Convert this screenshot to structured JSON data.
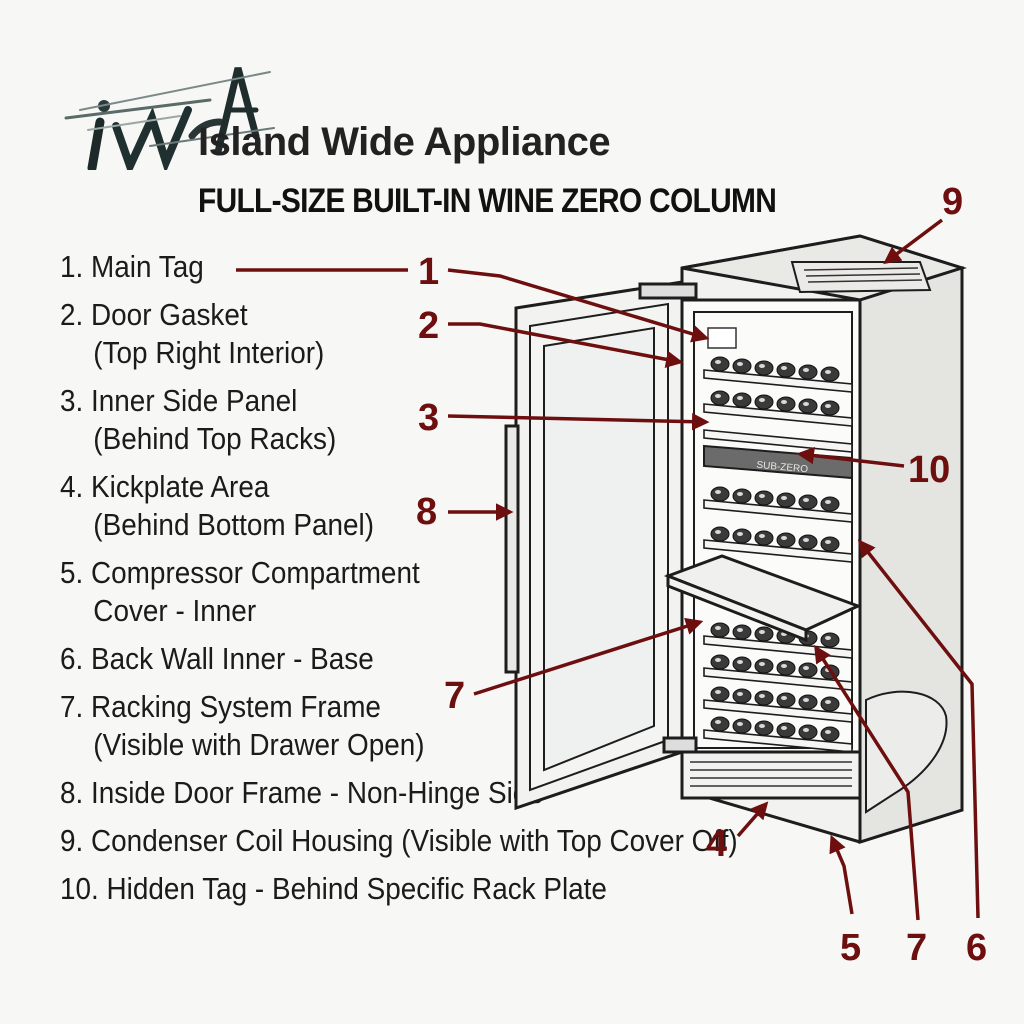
{
  "brand": {
    "logo_text": "IWA",
    "name": "Island Wide Appliance"
  },
  "title": "FULL-SIZE BUILT-IN WINE ZERO COLUMN",
  "legend": [
    {
      "line1": "1. Main Tag",
      "line2": ""
    },
    {
      "line1": "2. Door Gasket",
      "line2": "(Top Right Interior)"
    },
    {
      "line1": "3. Inner Side Panel",
      "line2": "(Behind Top Racks)"
    },
    {
      "line1": "4. Kickplate Area",
      "line2": "(Behind Bottom Panel)"
    },
    {
      "line1": "5. Compressor Compartment",
      "line2": "Cover - Inner"
    },
    {
      "line1": "6. Back Wall Inner - Base",
      "line2": ""
    },
    {
      "line1": "7. Racking System Frame",
      "line2": "(Visible with Drawer Open)"
    },
    {
      "line1": "8. Inside Door Frame - Non-Hinge Side",
      "line2": ""
    },
    {
      "line1": "9. Condenser Coil Housing (Visible with Top Cover Off)",
      "line2": ""
    },
    {
      "line1": "10. Hidden Tag - Behind Specific Rack Plate",
      "line2": ""
    }
  ],
  "callouts": [
    "1",
    "2",
    "3",
    "4",
    "5",
    "6",
    "7",
    "7",
    "8",
    "9",
    "10"
  ],
  "appliance_badge": "SUB-ZERO",
  "colors": {
    "callout": "#6e0f0f",
    "outline": "#1d1d1d",
    "background": "#f7f7f5"
  }
}
